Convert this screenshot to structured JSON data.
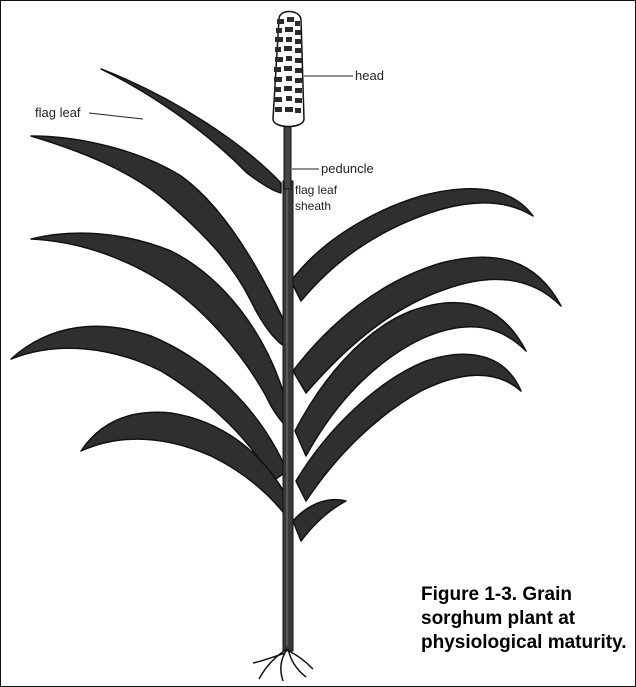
{
  "diagram": {
    "labels": {
      "head": "head",
      "flag_leaf": "flag leaf",
      "peduncle": "peduncle",
      "flag_leaf_sheath_line1": "flag leaf",
      "flag_leaf_sheath_line2": "sheath"
    },
    "caption": "Figure 1-3. Grain sorghum plant at physiological maturity."
  },
  "colors": {
    "ink": "#1a1a1a",
    "leaf_fill": "#2f2f2f",
    "background": "#ffffff"
  }
}
